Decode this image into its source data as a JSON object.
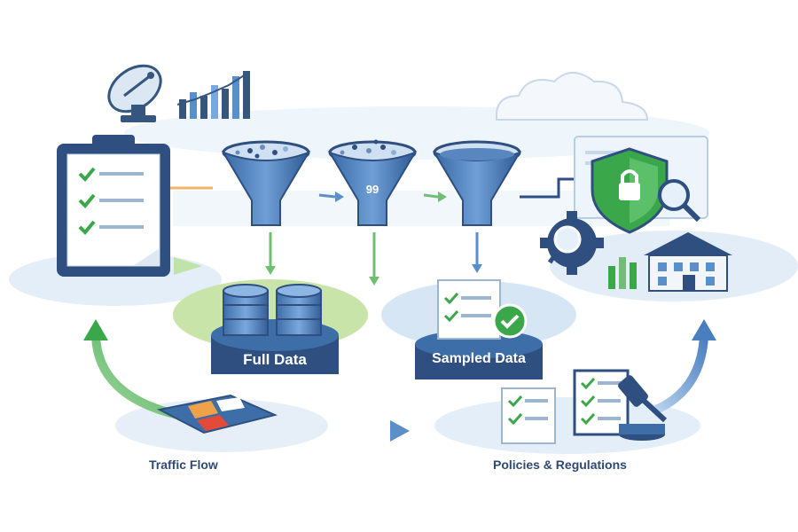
{
  "labels": {
    "full_data": "Full Data",
    "sampled_data": "Sampled Data",
    "traffic_flow": "Traffic Flow",
    "policies": "Policies & Regulations",
    "funnel_mark": "99"
  },
  "colors": {
    "navy": "#2e4f80",
    "blue": "#4a78b0",
    "light_blue": "#dcebf7",
    "green": "#3aa84a",
    "arrow_green": "#6fbf73",
    "arrow_blue": "#5b8fc9"
  },
  "icons": [
    "clipboard-checklist-icon",
    "satellite-dish-icon",
    "bar-chart-icon",
    "cloud-icon",
    "funnel-icon",
    "database-icon",
    "document-check-icon",
    "shield-lock-icon",
    "magnifier-icon",
    "gear-icon",
    "building-icon",
    "map-icon",
    "gavel-icon"
  ]
}
